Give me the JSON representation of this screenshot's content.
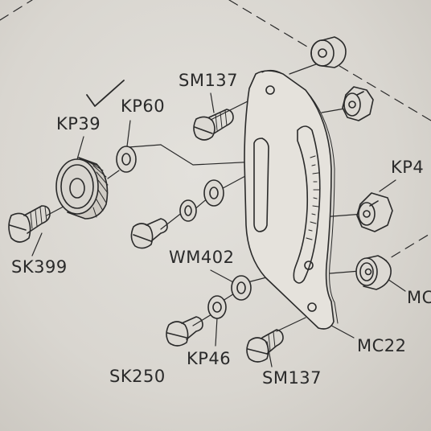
{
  "labels": {
    "sm137_top": "SM137",
    "kp39": "KP39",
    "kp60": "KP60",
    "kp4_right": "KP4",
    "sk399": "SK399",
    "wm402": "WM402",
    "mc_right": "MC",
    "mc22": "MC22",
    "sk250": "SK250",
    "kp46": "KP46",
    "sm137_bottom": "SM137"
  },
  "colors": {
    "paper": "#dcd9d3",
    "ink": "#2a2a2a"
  }
}
